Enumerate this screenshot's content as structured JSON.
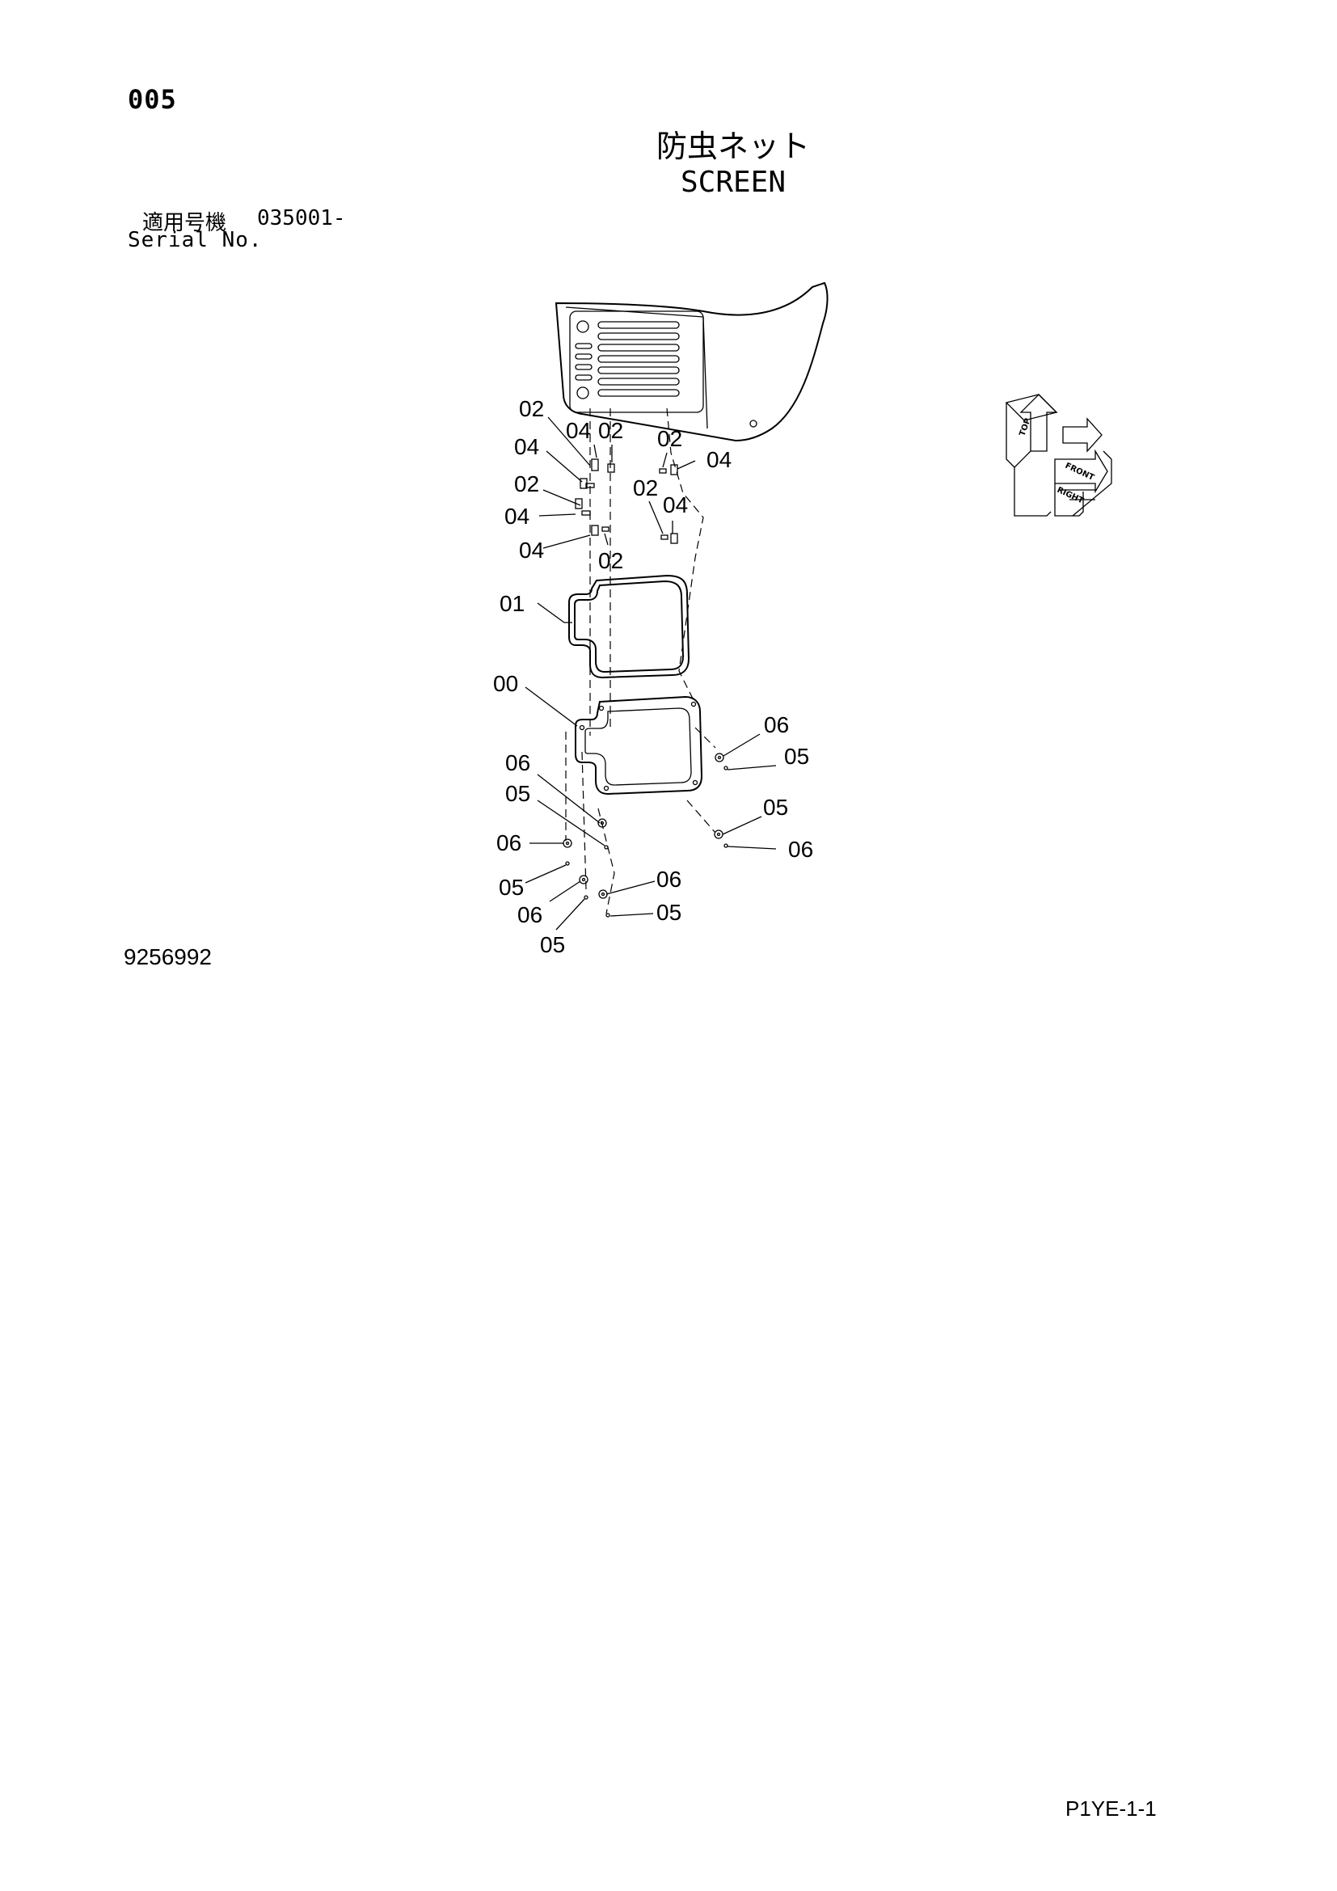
{
  "header": {
    "page_number": "005",
    "title_ja": "防虫ネット",
    "title_en": "SCREEN"
  },
  "serial": {
    "label_ja": "適用号機",
    "range": "035001-",
    "label_en": "Serial No."
  },
  "orientation_indicator": {
    "labels": [
      "TOP",
      "FRONT",
      "RIGHT"
    ]
  },
  "callouts": [
    {
      "id": "c1",
      "label": "02"
    },
    {
      "id": "c2",
      "label": "04"
    },
    {
      "id": "c3",
      "label": "02"
    },
    {
      "id": "c4",
      "label": "04"
    },
    {
      "id": "c5",
      "label": "02"
    },
    {
      "id": "c6",
      "label": "04"
    },
    {
      "id": "c7",
      "label": "04"
    },
    {
      "id": "c8",
      "label": "02"
    },
    {
      "id": "c9",
      "label": "02"
    },
    {
      "id": "c10",
      "label": "04"
    },
    {
      "id": "c11",
      "label": "02"
    },
    {
      "id": "c12",
      "label": "04"
    },
    {
      "id": "c13",
      "label": "01"
    },
    {
      "id": "c14",
      "label": "00"
    },
    {
      "id": "c15",
      "label": "06"
    },
    {
      "id": "c16",
      "label": "05"
    },
    {
      "id": "c17",
      "label": "06"
    },
    {
      "id": "c18",
      "label": "05"
    },
    {
      "id": "c19",
      "label": "05"
    },
    {
      "id": "c20",
      "label": "06"
    },
    {
      "id": "c21",
      "label": "06"
    },
    {
      "id": "c22",
      "label": "05"
    },
    {
      "id": "c23",
      "label": "06"
    },
    {
      "id": "c24",
      "label": "05"
    },
    {
      "id": "c25",
      "label": "06"
    },
    {
      "id": "c26",
      "label": "05"
    }
  ],
  "footer": {
    "figure_number": "9256992",
    "page_code": "P1YE-1-1"
  }
}
